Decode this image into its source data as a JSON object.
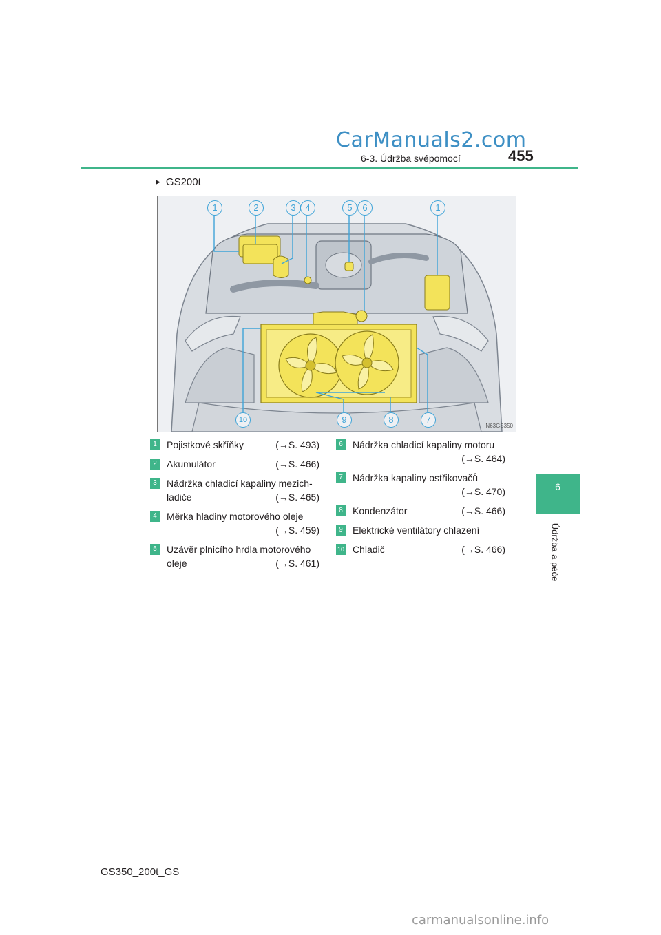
{
  "header": {
    "watermark": "CarManuals2.com",
    "section": "6-3. Údržba svépomocí",
    "page_number": "455"
  },
  "side_tab": {
    "chapter": "6",
    "title": "Údržba a péče"
  },
  "variant_heading": "GS200t",
  "figure": {
    "image_code": "IN63GS350",
    "callouts_top": [
      "1",
      "2",
      "3",
      "4",
      "5",
      "6",
      "1"
    ],
    "callouts_bottom": [
      "10",
      "9",
      "8",
      "7"
    ],
    "colors": {
      "highlight": "#f3e35a",
      "callout": "#3fa4d8"
    }
  },
  "legend": [
    {
      "num": "1",
      "lines": [
        "Pojistkové skříňky"
      ],
      "ref": "(→S. 493)",
      "ref_inline": true
    },
    {
      "num": "2",
      "lines": [
        "Akumulátor"
      ],
      "ref": "(→S. 466)",
      "ref_inline": true
    },
    {
      "num": "3",
      "lines": [
        "Nádržka chladicí kapaliny mezich-",
        "ladiče"
      ],
      "ref": "(→S. 465)",
      "ref_inline": true
    },
    {
      "num": "4",
      "lines": [
        "Měrka hladiny motorového oleje"
      ],
      "ref": "(→S. 459)",
      "ref_inline": false
    },
    {
      "num": "5",
      "lines": [
        "Uzávěr plnicího hrdla motorového",
        "oleje"
      ],
      "ref": "(→S. 461)",
      "ref_inline": true
    },
    {
      "num": "6",
      "lines": [
        "Nádržka chladicí kapaliny motoru"
      ],
      "ref": "(→S. 464)",
      "ref_inline": false
    },
    {
      "num": "7",
      "lines": [
        "Nádržka kapaliny ostřikovačů"
      ],
      "ref": "(→S. 470)",
      "ref_inline": false
    },
    {
      "num": "8",
      "lines": [
        "Kondenzátor"
      ],
      "ref": "(→S. 466)",
      "ref_inline": true
    },
    {
      "num": "9",
      "lines": [
        "Elektrické ventilátory chlazení"
      ],
      "ref": "",
      "ref_inline": true
    },
    {
      "num": "10",
      "lines": [
        "Chladič"
      ],
      "ref": "(→S. 466)",
      "ref_inline": true
    }
  ],
  "footer": "GS350_200t_GS",
  "watermark_bottom": "carmanualsonline.info"
}
